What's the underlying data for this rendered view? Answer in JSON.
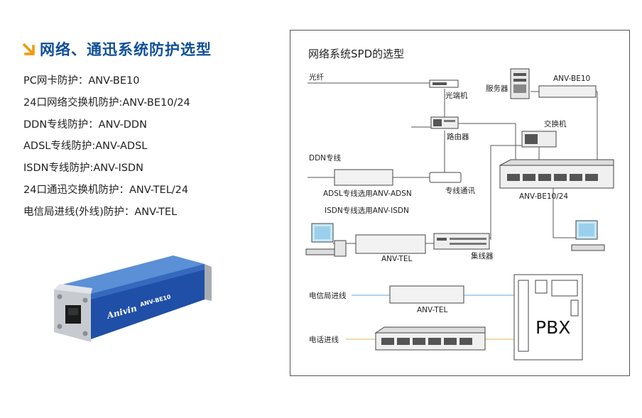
{
  "heading": {
    "title": "网络、通迅系统防护选型",
    "icon": "arrow-down-right-icon",
    "accent": "#f39800",
    "color": "#0f4f9a"
  },
  "items": [
    "PC网卡防护：ANV-BE10",
    "24口网络交换机防护:ANV-BE10/24",
    "DDN专线防护：ANV-DDN",
    "ADSL专线防护:ANV-ADSL",
    "ISDN专线防护:ANV-ISDN",
    "24口通迅交换机防护：ANV-TEL/24",
    "电信局进线(外线)防护：ANV-TEL"
  ],
  "product": {
    "brand": "Anivin",
    "model": "ANV-BE10"
  },
  "diagram": {
    "title": "网络系统SPD的选型",
    "labels": {
      "fiber": "光纤",
      "optical_terminal": "光端机",
      "server": "服务器",
      "be10": "ANV-BE10",
      "router": "路由器",
      "switch": "交换机",
      "ddn_line": "DDN专线",
      "leased_comm": "专线通讯",
      "be10_24": "ANV-BE10/24",
      "adsl": "ADSL专线选用ANV-ADSN",
      "isdn": "ISDN专线选用ANV-ISDN",
      "anv_tel_1": "ANV-TEL",
      "hub": "集线器",
      "telecom_in": "电信局进线",
      "anv_tel_2": "ANV-TEL",
      "phone_in": "电话进线",
      "pbx": "PBX"
    }
  }
}
